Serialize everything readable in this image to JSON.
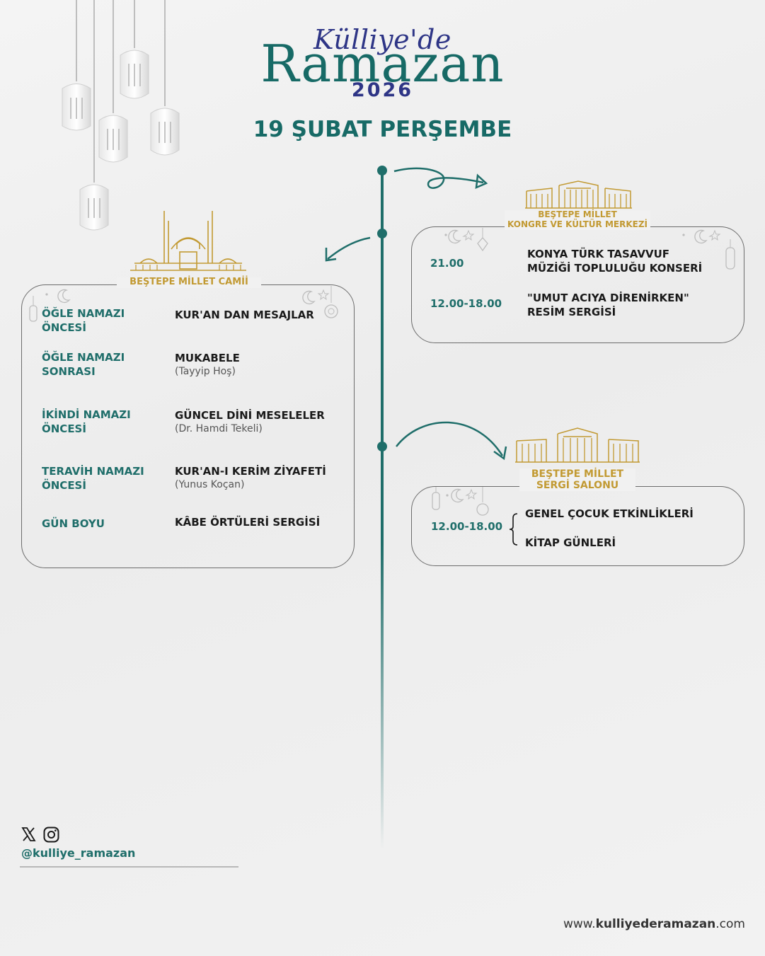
{
  "header": {
    "brand_top": "Külliye'de",
    "brand_main": "Ramazan",
    "brand_year": "2026",
    "date": "19 ŞUBAT PERŞEMBE"
  },
  "colors": {
    "teal": "#1f6e6a",
    "navy": "#2e3586",
    "gold": "#c29a33",
    "text": "#1a1a1a"
  },
  "mosque": {
    "venue": "BEŞTEPE MİLLET CAMİİ",
    "events": [
      {
        "time": "ÖĞLE NAMAZI ÖNCESİ",
        "title": "KUR'AN DAN MESAJLAR",
        "sub": ""
      },
      {
        "time": "ÖĞLE NAMAZI SONRASI",
        "title": "MUKABELE",
        "sub": "(Tayyip Hoş)"
      },
      {
        "time": "İKİNDİ NAMAZI ÖNCESİ",
        "title": "GÜNCEL DİNİ MESELELER",
        "sub": "(Dr. Hamdi Tekeli)"
      },
      {
        "time": "TERAVİH NAMAZI ÖNCESİ",
        "title": "KUR'AN-I KERİM ZİYAFETİ",
        "sub": "(Yunus Koçan)"
      },
      {
        "time": "GÜN BOYU",
        "title": "KÂBE ÖRTÜLERİ SERGİSİ",
        "sub": ""
      }
    ]
  },
  "congress": {
    "venue_line1": "BEŞTEPE MİLLET",
    "venue_line2": "KONGRE VE KÜLTÜR MERKEZİ",
    "events": [
      {
        "time": "21.00",
        "title": "KONYA TÜRK TASAVVUF MÜZİĞİ TOPLULUĞU KONSERİ"
      },
      {
        "time": "12.00-18.00",
        "title": "\"UMUT ACIYA DİRENİRKEN\" RESİM SERGİSİ"
      }
    ]
  },
  "exhibition": {
    "venue_line1": "BEŞTEPE MİLLET",
    "venue_line2": "SERGİ SALONU",
    "time": "12.00-18.00",
    "events": [
      "GENEL ÇOCUK ETKİNLİKLERİ",
      "KİTAP GÜNLERİ"
    ]
  },
  "footer": {
    "handle": "@kulliye_ramazan",
    "website_prefix": "www.",
    "website_main": "kulliyederamazan",
    "website_suffix": ".com"
  }
}
